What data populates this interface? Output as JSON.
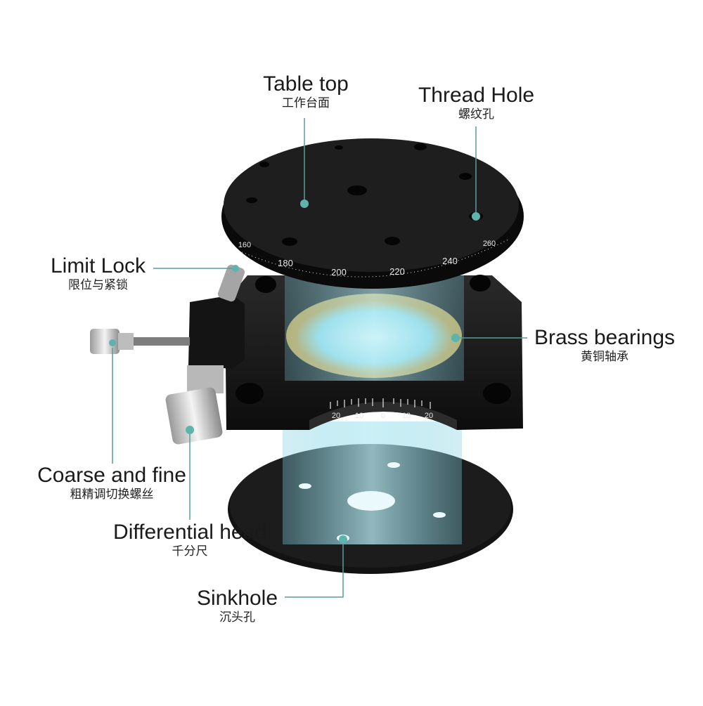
{
  "labels": {
    "table_top": {
      "en": "Table top",
      "zh": "工作台面"
    },
    "thread_hole": {
      "en": "Thread Hole",
      "zh": "螺纹孔"
    },
    "limit_lock": {
      "en": "Limit Lock",
      "zh": "限位与紧锁"
    },
    "brass_bearings": {
      "en": "Brass bearings",
      "zh": "黄铜轴承"
    },
    "coarse_fine": {
      "en": "Coarse and fine",
      "zh": "粗精调切换螺丝"
    },
    "differential_head": {
      "en": "Differential head",
      "zh": "千分尺"
    },
    "sinkhole": {
      "en": "Sinkhole",
      "zh": "沉头孔"
    }
  },
  "scales": {
    "top_ring": [
      "160",
      "180",
      "200",
      "220",
      "240",
      "260"
    ],
    "base_arc": [
      "20",
      "10",
      "0",
      "10",
      "20"
    ]
  },
  "colors": {
    "callout": "#5a9c9a",
    "dot": "#5fb3ad",
    "metal": "#161616",
    "beam": "#8fd6e6"
  }
}
